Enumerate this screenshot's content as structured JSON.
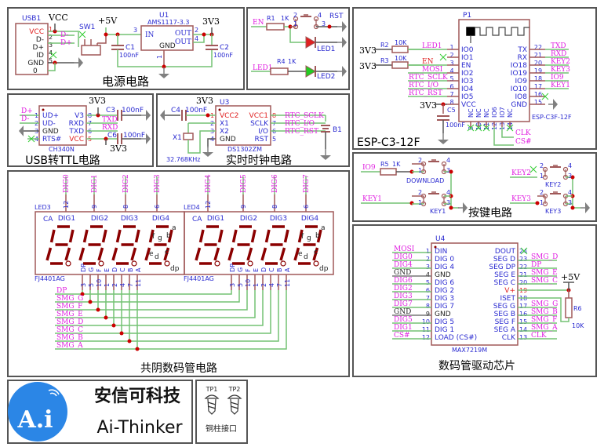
{
  "colors": {
    "wire": "#74c274",
    "part": "#a05858",
    "pin": "#2a2ad0",
    "net": "#e020e0",
    "red": "#e02020",
    "dot": "#cc0000",
    "panel": "#555555",
    "gnd": "#808080",
    "seg": "#8b0000",
    "logo": "#2b86e6"
  },
  "power": {
    "title": "电源电路",
    "usb": {
      "ref": "USB1",
      "pins": [
        "VCC",
        "D-",
        "D+",
        "ID",
        "GND",
        "0"
      ],
      "nums": [
        "1",
        "2",
        "3",
        "4",
        "5"
      ]
    },
    "vcc": "VCC",
    "sw": "SW1",
    "sw_pins": [
      "3",
      "2",
      "1"
    ],
    "plus5v": "+5V",
    "u1": {
      "ref": "U1",
      "part": "AMS1117-3.3",
      "in": "IN",
      "out1": "OUT",
      "out2": "OUT",
      "gnd": "GND",
      "nums": [
        "3",
        "2",
        "4",
        "1"
      ]
    },
    "v33": "3V3",
    "c1": {
      "ref": "C1",
      "val": "100nF"
    },
    "c2": {
      "ref": "C2",
      "val": "100nF"
    },
    "nets": {
      "dm": "D-",
      "dp": "D+"
    }
  },
  "led": {
    "en": "EN",
    "r1": "R1",
    "r1v": "1K",
    "rst": "RST",
    "sw_pins": [
      "2",
      "1",
      "4",
      "3"
    ],
    "led1": "LED1",
    "net_led1": "LED1",
    "r4": "R4",
    "r4v": "1K",
    "led2": "LED2"
  },
  "usbttl": {
    "title": "USB转TTL电路",
    "ref": "CH340N",
    "left": [
      "UD+",
      "UD-",
      "GND",
      "RTS#"
    ],
    "left_nums": [
      "1",
      "2",
      "3",
      "4"
    ],
    "right": [
      "V3",
      "RXD",
      "TXD",
      "VCC"
    ],
    "right_nums": [
      "8",
      "7",
      "6",
      "5"
    ],
    "nets": {
      "dp": "D+",
      "dm": "D-",
      "txd": "TXD",
      "rxd": "RXD"
    },
    "v33a": "3V3",
    "v33b": "3V3",
    "c3": "C3",
    "c3v": "100nF",
    "c6": "C6",
    "c6v": "100nF"
  },
  "rtc": {
    "title": "实时时钟电路",
    "ref": "U3",
    "part": "DS1302ZM",
    "left": [
      "VCC2",
      "X1",
      "X2",
      "GND"
    ],
    "left_nums": [
      "1",
      "2",
      "3",
      "4"
    ],
    "right": [
      "VCC1",
      "SCLK",
      "I/O",
      "RST"
    ],
    "right_nums": [
      "8",
      "7",
      "6",
      "5"
    ],
    "nets": [
      "RTC_SCLK",
      "RTC_I/O",
      "RTC_RST"
    ],
    "c4": "C4",
    "c4v": "100nF",
    "v33": "3V3",
    "x1": "X1",
    "xtal": "32.768KHz",
    "b1": "B1",
    "b1_pins": [
      "1",
      "2"
    ]
  },
  "esp": {
    "title": "ESP-C3-12F",
    "ref": "P1",
    "part": "ESP-C3F-12F",
    "left": [
      "IO0",
      "IO1",
      "EN",
      "IO2",
      "IO3",
      "IO4",
      "IO5",
      "VCC"
    ],
    "left_nums": [
      "1",
      "2",
      "3",
      "4",
      "5",
      "6",
      "7",
      "8"
    ],
    "left_nets": [
      "LED1",
      "",
      "EN",
      "MOSI",
      "RTC_SCLK",
      "RTC_I/O",
      "RTC_RST",
      ""
    ],
    "right": [
      "TX",
      "RX",
      "IO18",
      "IO19",
      "IO9",
      "IO10",
      "IO8",
      "GND"
    ],
    "right_nums": [
      "22",
      "21",
      "20",
      "19",
      "18",
      "17",
      "16",
      "15"
    ],
    "right_nets": [
      "TXD",
      "RXD",
      "KEY2",
      "KEY3",
      "IO9",
      "KEY1",
      "",
      ""
    ],
    "bottom": [
      "NC",
      "NC",
      "NC",
      "IO6",
      "IO7",
      "NC"
    ],
    "bottom_nums": [
      "9",
      "10",
      "11",
      "12",
      "13",
      "14"
    ],
    "r2": "R2",
    "r2v": "10K",
    "r3": "R3",
    "r3v": "10K",
    "v33a": "3V3",
    "v33b": "3V3",
    "v33c": "3V3",
    "c5": "C5",
    "c5v": "100nF",
    "clk": "CLK",
    "cs": "CS#"
  },
  "keys": {
    "title": "按键电路",
    "io9": "IO9",
    "r5": "R5",
    "r5v": "1K",
    "download": "DOWNLOAD",
    "key1_net": "KEY1",
    "key1": "KEY1",
    "key2_net": "KEY2",
    "key2": "KEY2",
    "key3_net": "KEY3",
    "key3": "KEY3",
    "pins": [
      "2",
      "1",
      "4",
      "3"
    ]
  },
  "display": {
    "title": "共阴数码管电路",
    "modules": [
      {
        "ref": "LED3",
        "part": "FJ4401AG",
        "top_nets": [
          "DIG0",
          "DIG1",
          "DIG2",
          "DIG3"
        ]
      },
      {
        "ref": "LED4",
        "part": "FJ4401AG",
        "top_nets": [
          "DIG4",
          "DIG5",
          "DIG6",
          "DIG7"
        ]
      }
    ],
    "top_nums": [
      "12",
      "9",
      "8",
      "6"
    ],
    "ca": "CA",
    "digits": [
      "DIG1",
      "DIG2",
      "DIG3",
      "DIG4"
    ],
    "seg_labels": {
      "a": "a",
      "b": "b",
      "c": "c",
      "d": "d",
      "e": "e",
      "f": "f",
      "g": "g",
      "dp": "dp"
    },
    "bottom_pins": [
      "DP",
      "G",
      "F",
      "E",
      "D",
      "C",
      "B",
      "A"
    ],
    "bottom_nums": [
      "3",
      "5",
      "10",
      "1",
      "2",
      "4",
      "7",
      "11"
    ],
    "nets": [
      "DP",
      "SMG_G",
      "SMG_F",
      "SMG_E",
      "SMG_D",
      "SMG_C",
      "SMG_B",
      "SMG_A"
    ]
  },
  "max": {
    "title": "数码管驱动芯片",
    "ref": "U4",
    "part": "MAX7219M",
    "left": [
      "DIN",
      "DIG 0",
      "DIG 4",
      "GND",
      "DIG 6",
      "DIG 2",
      "DIG 3",
      "DIG 7",
      "GND",
      "DIG 5",
      "DIG 1",
      "LOAD (CS#)"
    ],
    "left_nums": [
      "1",
      "2",
      "3",
      "4",
      "5",
      "6",
      "7",
      "8",
      "9",
      "10",
      "11",
      "12"
    ],
    "left_nets": [
      "MOSI",
      "DIG0",
      "DIG4",
      "GND",
      "DIG6",
      "DIG2",
      "DIG3",
      "DIG7",
      "GND",
      "DIG5",
      "DIG1",
      "CS#"
    ],
    "right": [
      "DOUT",
      "SEG D",
      "SEG DP",
      "SEG E",
      "SEG C",
      "V+",
      "ISET",
      "SEG G",
      "SEG B",
      "SEG F",
      "SEG A",
      "CLK"
    ],
    "right_nums": [
      "24",
      "23",
      "22",
      "21",
      "20",
      "19",
      "18",
      "17",
      "16",
      "15",
      "14",
      "13"
    ],
    "right_nets": [
      "",
      "SMG_D",
      "DP",
      "SMG_E",
      "SMG_C",
      "",
      "",
      "SMG_G",
      "SMG_B",
      "SMG_F",
      "SMG_A",
      "CLK"
    ],
    "plus5v": "+5V",
    "r6": "R6",
    "r6v": "10K"
  },
  "logo": {
    "mark": "A.i",
    "cn": "安信可科技",
    "en": "Ai-Thinker"
  },
  "tp": {
    "tp1": "TP1",
    "tp2": "TP2",
    "label": "铜柱接口"
  }
}
